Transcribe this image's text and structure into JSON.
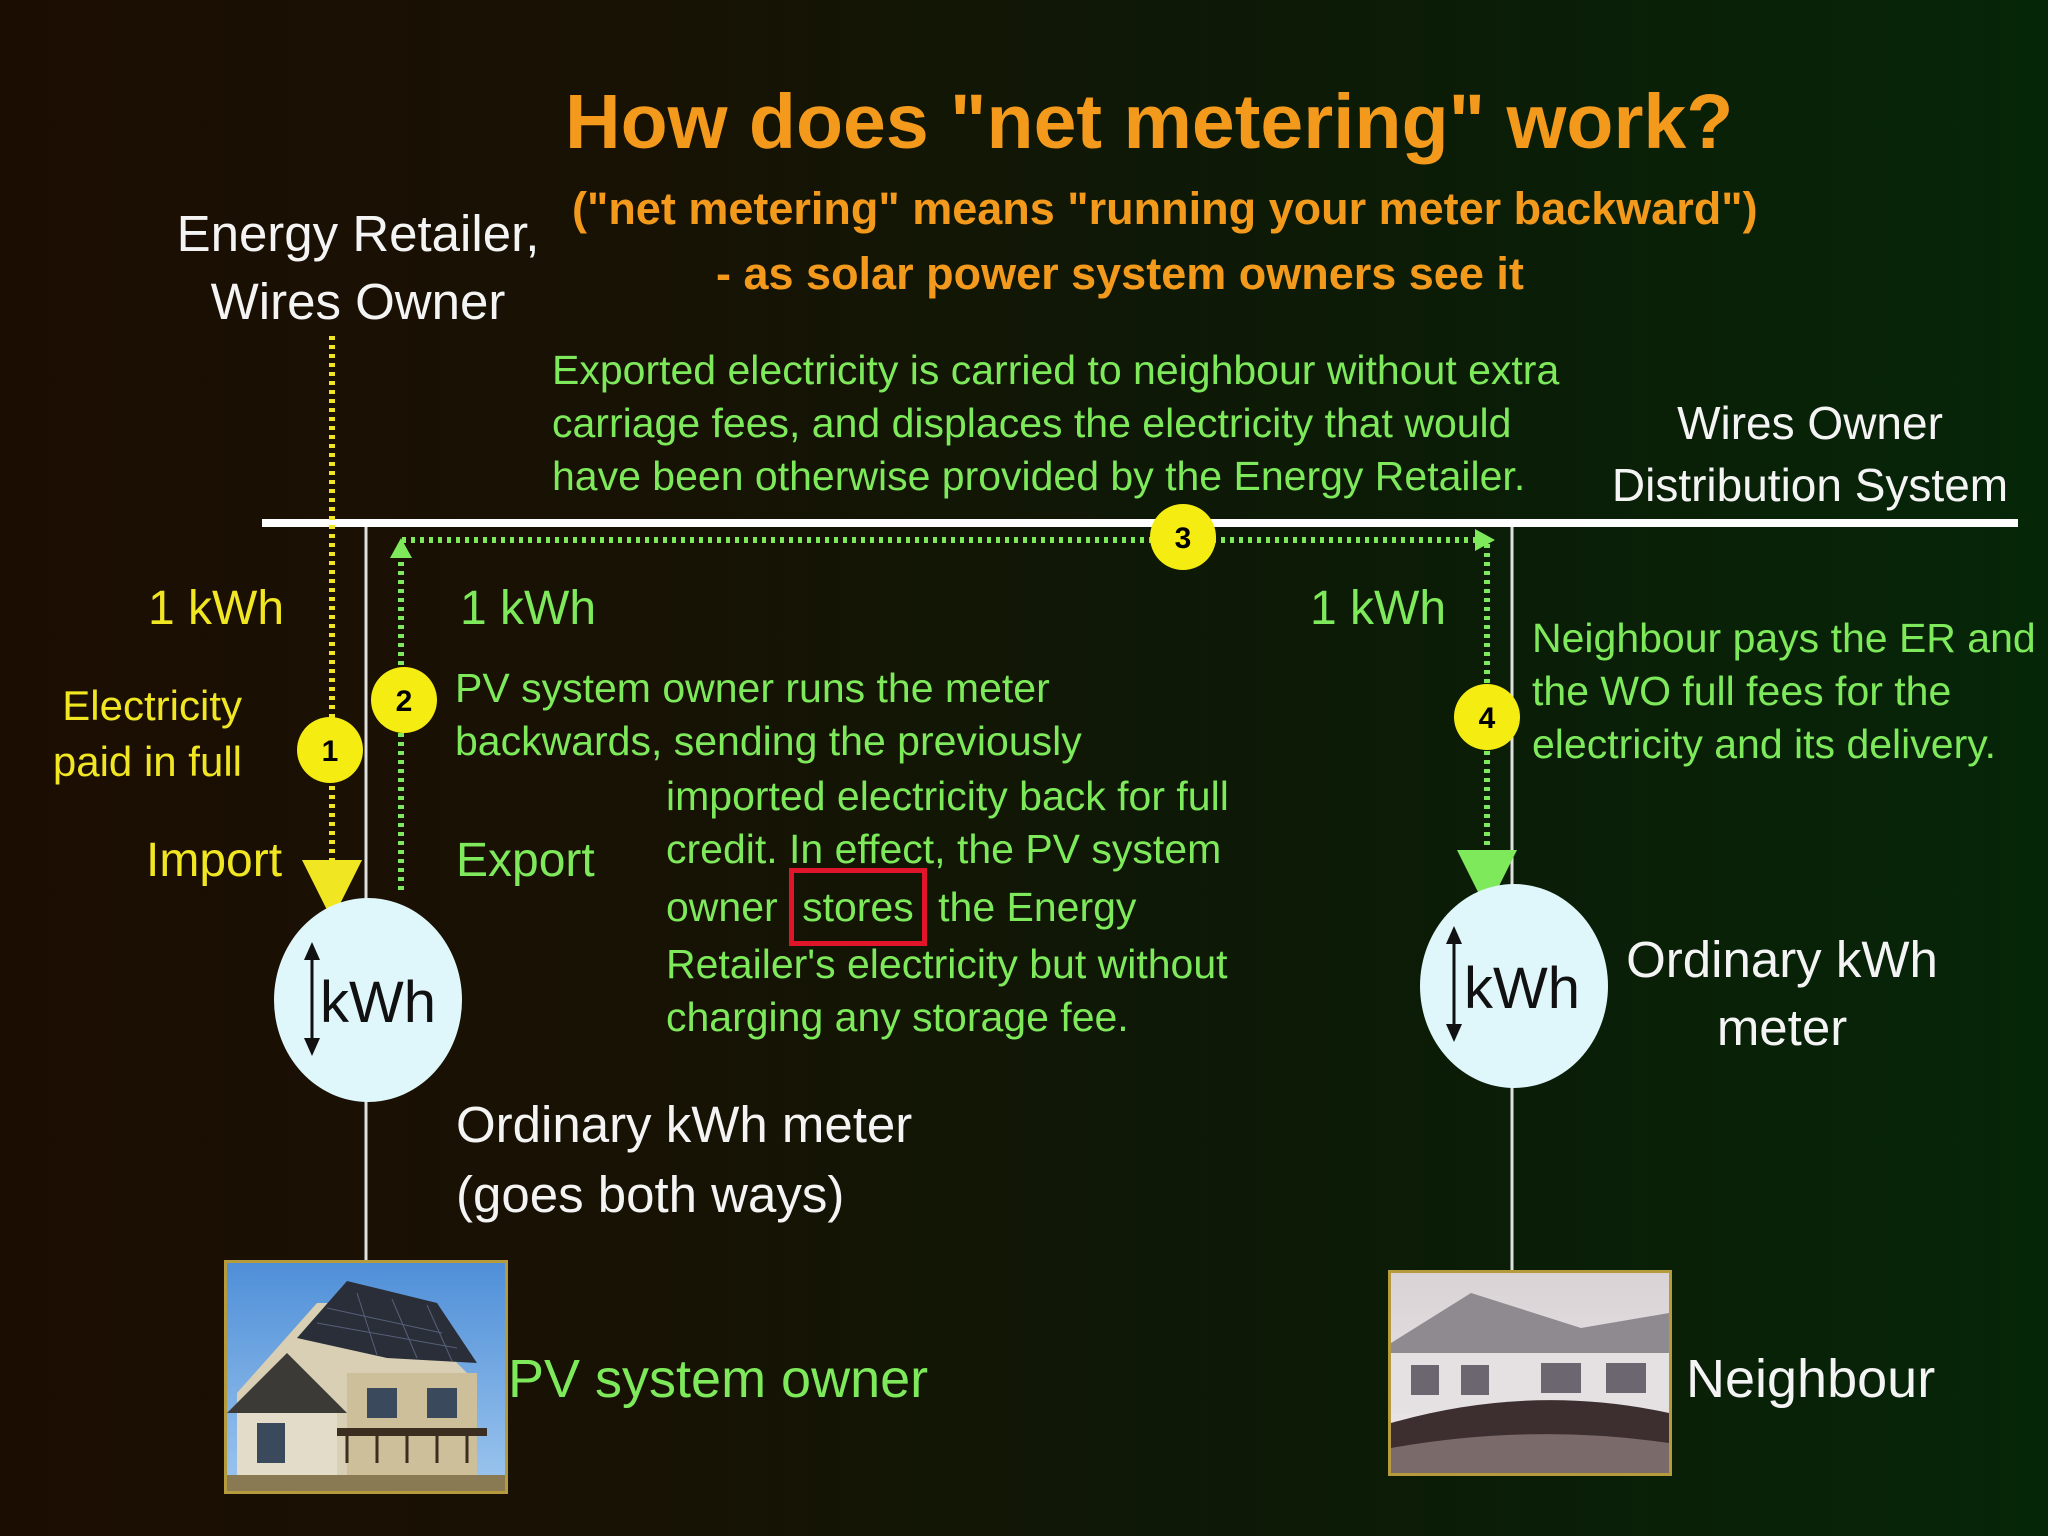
{
  "title": "How does \"net metering\" work?",
  "subtitle1": "(\"net metering\" means \"running your meter backward\")",
  "subtitle2": "- as solar power system owners see it",
  "retailer_line1": "Energy Retailer,",
  "retailer_line2": "Wires Owner",
  "exported_text": [
    "Exported electricity is carried to neighbour without extra",
    "carriage fees, and displaces the electricity that would",
    "have been otherwise provided by the Energy Retailer."
  ],
  "distribution_line1": "Wires Owner",
  "distribution_line2": "Distribution System",
  "import_kwh": "1 kWh",
  "paid_in_full_line1": "Electricity",
  "paid_in_full_line2": "paid in full",
  "import_label": "Import",
  "export_kwh": "1 kWh",
  "export_label": "Export",
  "neighbour_kwh": "1 kWh",
  "pv_text_lines": [
    "PV system owner runs the meter",
    "backwards, sending the previously"
  ],
  "pv_text_indented": [
    "imported electricity back for full",
    "credit.  In effect, the PV system"
  ],
  "stores_prefix": "owner",
  "stores_word": "stores",
  "stores_suffix": "the Energy",
  "pv_text_tail": [
    "Retailer's electricity but without",
    "charging any storage fee."
  ],
  "neighbour_text": [
    "Neighbour pays the ER and",
    "the WO full fees for the",
    "electricity and its delivery."
  ],
  "meter_text": "kWh",
  "left_meter_line1": "Ordinary kWh meter",
  "left_meter_line2": "(goes both ways)",
  "right_meter_line1": "Ordinary kWh",
  "right_meter_line2": "meter",
  "pv_owner_label": "PV system owner",
  "neighbour_label": "Neighbour",
  "step_numbers": [
    "1",
    "2",
    "3",
    "4"
  ],
  "colors": {
    "title": "#f39a1c",
    "yellow": "#f1e622",
    "green": "#7ee95a",
    "meter_fill": "#dff6fb",
    "highlight_box": "#e0152a"
  }
}
